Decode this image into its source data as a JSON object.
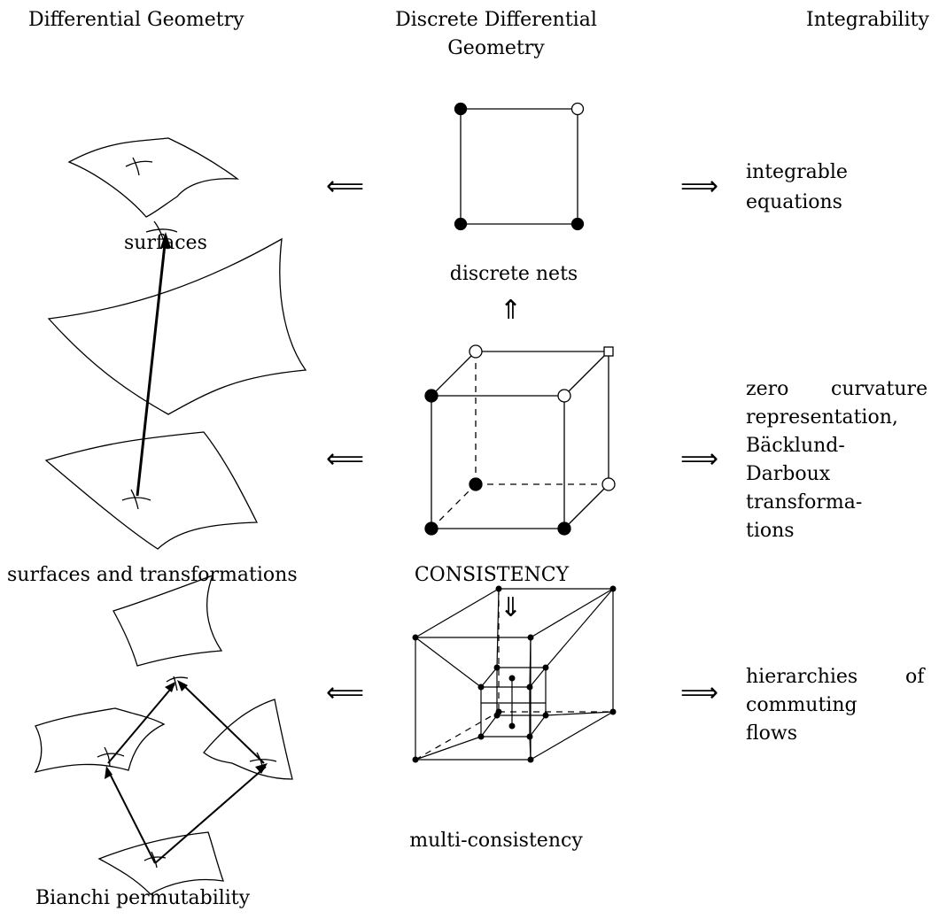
{
  "columns": {
    "differential_geometry": "Differential Geometry",
    "discrete_line1": "Discrete Differential",
    "discrete_line2": "Geometry",
    "integrability": "Integrability"
  },
  "row1": {
    "left_caption": "surfaces",
    "center_caption": "discrete nets",
    "right_line1": "integrable",
    "right_line2": "equations"
  },
  "row2": {
    "left_caption": "surfaces and transformations",
    "center_caption": "CONSISTENCY",
    "right_line1a": "zero",
    "right_line1b": "curvature",
    "right_line2": "representation,",
    "right_line3": "Bäcklund-",
    "right_line4": "Darboux",
    "right_line5": "transforma-",
    "right_line6": "tions"
  },
  "row3": {
    "left_caption": "Bianchi permutability",
    "center_caption": "multi-consistency",
    "right_line1a": "hierarchies",
    "right_line1b": "of",
    "right_line2": "commuting",
    "right_line3": "flows"
  },
  "arrows": {
    "left_implies": "⟸",
    "right_implies": "⟹",
    "up_implies": "⇑",
    "down_implies": "⇓"
  }
}
